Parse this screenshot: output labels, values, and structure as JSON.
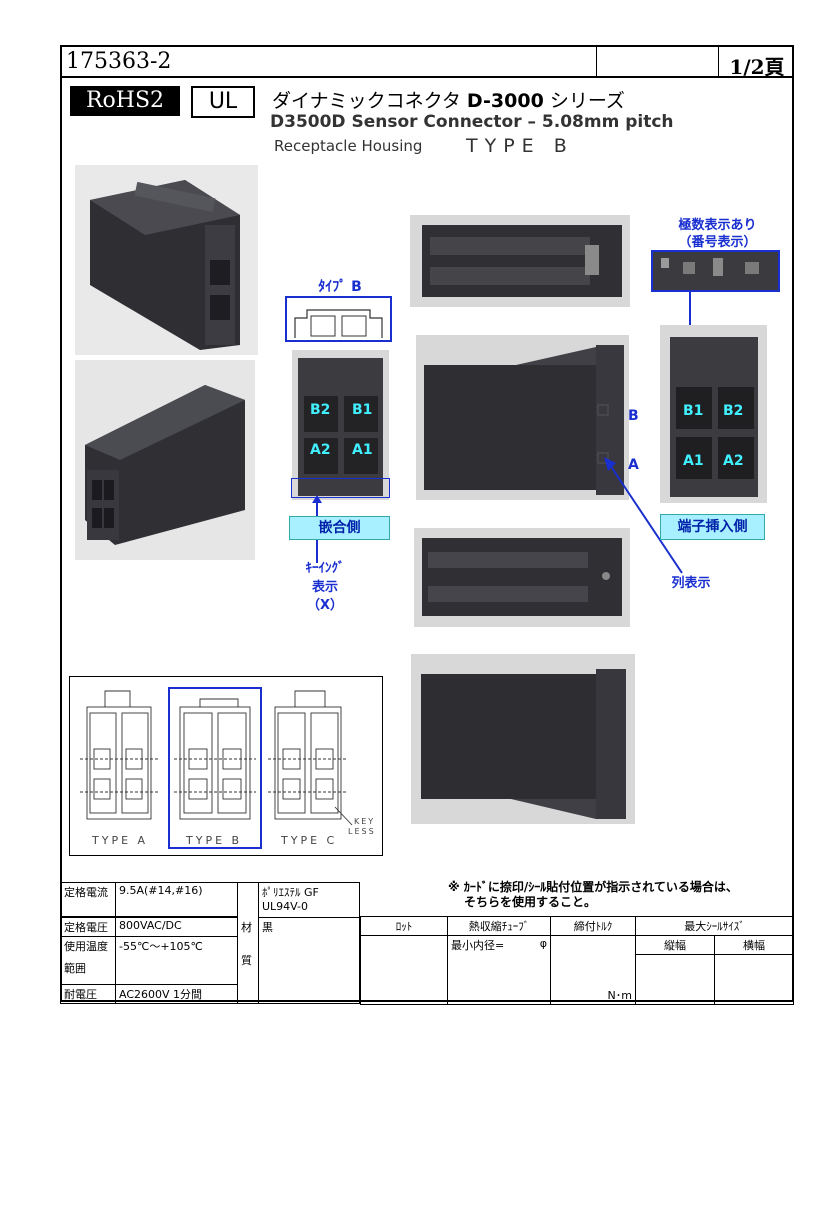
{
  "header": {
    "part_number": "175363-2",
    "page": "1/2頁"
  },
  "badges": {
    "rohs": "RoHS2",
    "ul": "UL"
  },
  "titles": {
    "jp_prefix": "ダイナミックコネクタ ",
    "jp_series": "D-3000",
    "jp_suffix": " シリーズ",
    "en": "D3500D Sensor Connector – 5.08mm pitch",
    "housing": "Receptacle Housing",
    "type": "TYPE B"
  },
  "labels": {
    "type_b_jp": "ﾀｲﾌﾟ B",
    "mating_side": "嵌合側",
    "keying_1": "ｷｰｲﾝｸﾞ",
    "keying_2": "表示",
    "keying_3": "（X）",
    "polarity_1": "極数表示あり",
    "polarity_2": "（番号表示）",
    "terminal_side": "端子挿入側",
    "row_display": "列表示",
    "row_b": "B",
    "row_a": "A"
  },
  "pins_front": [
    "B2",
    "B1",
    "A2",
    "A1"
  ],
  "pins_rear": [
    "B1",
    "B2",
    "A1",
    "A2"
  ],
  "diagram_types": {
    "a": "TYPE A",
    "b": "TYPE B",
    "c": "TYPE C",
    "keyless_1": "KEY",
    "keyless_2": "LESS"
  },
  "footnote": {
    "line1": "※ ｶｰﾄﾞに捺印/ｼｰﾙ貼付位置が指示されている場合は、",
    "line2": "そちらを使用すること。"
  },
  "spec": {
    "rated_current_label": "定格電流",
    "rated_current": "9.5A(#14,#16)",
    "rated_voltage_label": "定格電圧",
    "rated_voltage": "800VAC/DC",
    "temp_label_1": "使用温度",
    "temp_label_2": "範囲",
    "temp": "-55℃～+105℃",
    "withstand_label": "耐電圧",
    "withstand": "AC2600V 1分間",
    "material_label_1": "材",
    "material_label_2": "質",
    "material_1": "ﾎﾟﾘｴｽﾃﾙ GF",
    "material_2": "UL94V-0",
    "color": "黒",
    "lot_label": "ﾛｯﾄ",
    "tube_label": "熱収縮ﾁｭｰﾌﾞ",
    "tube_min": "最小内径=",
    "tube_phi": "φ",
    "torque_label": "締付ﾄﾙｸ",
    "torque_unit": "N･m",
    "seal_label": "最大ｼｰﾙｻｲｽﾞ",
    "seal_v": "縦幅",
    "seal_h": "横幅"
  }
}
